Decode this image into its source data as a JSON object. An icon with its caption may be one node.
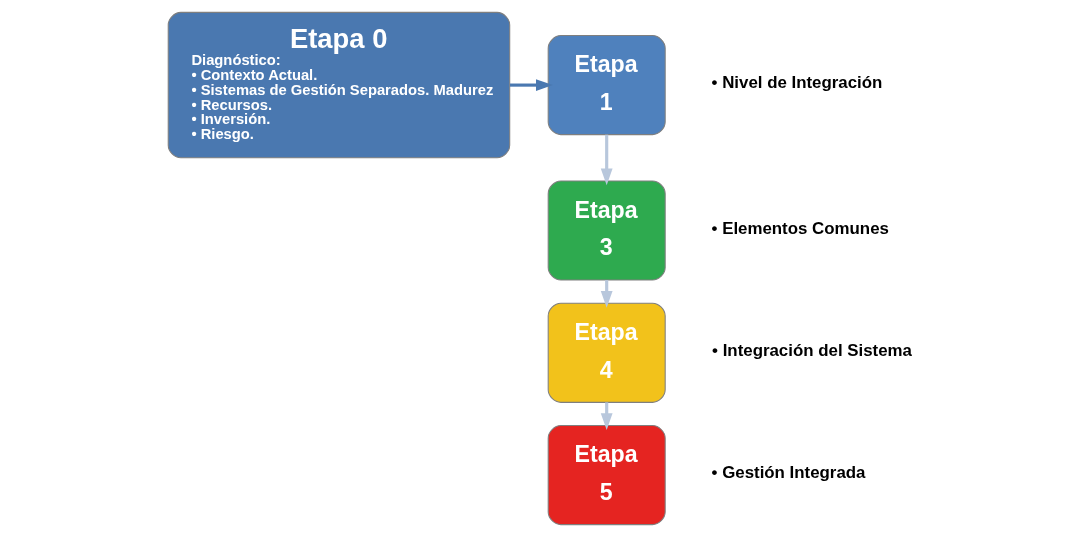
{
  "diagram": {
    "nodes": [
      {
        "text": [
          "Etapa 0",
          "Diagnóstico:",
          "• Contexto Actual.",
          "• Sistemas de Gestión Separados. Madurez",
          "• Recursos.",
          "• Inversión.",
          "• Riesgo."
        ]
      },
      {
        "text": [
          "Etapa",
          "1"
        ],
        "beside": [
          "• Nivel de Integración"
        ]
      },
      {
        "text": [
          "Etapa",
          "3"
        ],
        "beside": [
          "• Elementos Comunes"
        ]
      },
      {
        "text": [
          "Etapa",
          "4"
        ],
        "beside": [
          "• Integración del Sistema"
        ]
      },
      {
        "text": [
          "Etapa",
          "5"
        ],
        "beside": [
          "• Gestión Integrada"
        ]
      }
    ],
    "edges": [
      {
        "from": 0,
        "to": 1,
        "arrow": "to",
        "color": "#4a78b0"
      },
      {
        "from": 1,
        "to": 2,
        "arrow": "to"
      },
      {
        "from": 2,
        "to": 3,
        "arrow": "to"
      },
      {
        "from": 3,
        "to": 4,
        "arrow": "to"
      }
    ]
  }
}
